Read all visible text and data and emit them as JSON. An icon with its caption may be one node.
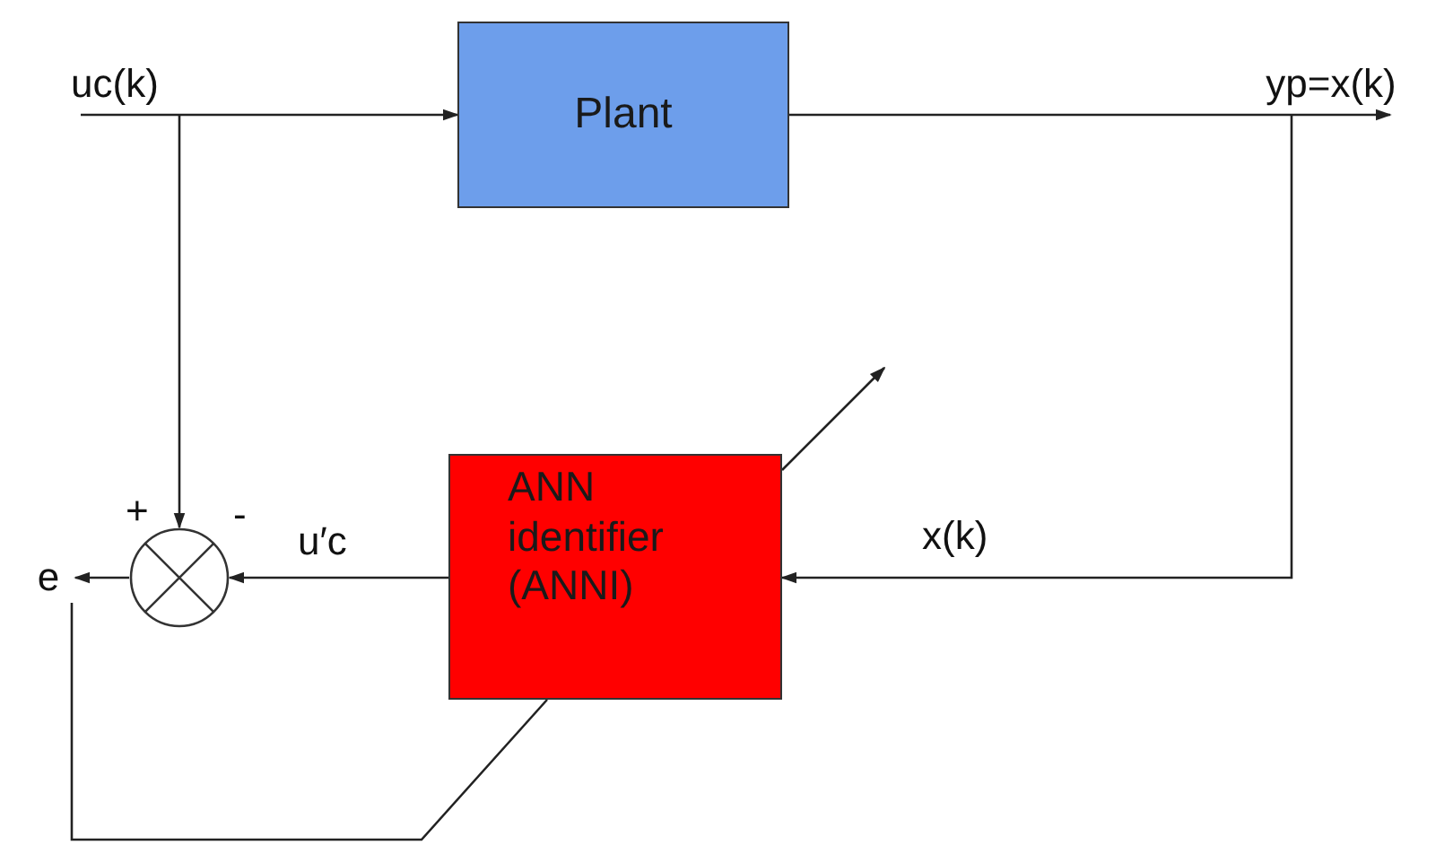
{
  "diagram": {
    "nodes": [
      {
        "text": [
          "uc(k)"
        ]
      },
      {
        "text": [
          "Plant"
        ]
      },
      {
        "text": [
          "yp=x(k)"
        ]
      },
      {
        "text": [
          "ANN identifier (ANNI)"
        ]
      },
      {
        "text": [],
        "shape": "circle",
        "beside": [
          "+",
          "-"
        ]
      },
      {
        "text": [
          "e"
        ]
      }
    ],
    "edges": [
      {
        "from": 0,
        "to": 1,
        "arrow": "to"
      },
      {
        "from": 1,
        "to": 2,
        "arrow": "to"
      },
      {
        "from": 0,
        "to": 4,
        "arrow": "to"
      },
      {
        "from": 2,
        "to": 3,
        "arrow": "to",
        "label": "x(k)"
      },
      {
        "from": 3,
        "to": 4,
        "arrow": "to",
        "label": "u′c"
      },
      {
        "from": 4,
        "to": 5,
        "arrow": "to"
      },
      {
        "from": 5,
        "to": 3,
        "arrow": "none"
      },
      {
        "from": 3,
        "to": null,
        "arrow": "to"
      }
    ]
  }
}
